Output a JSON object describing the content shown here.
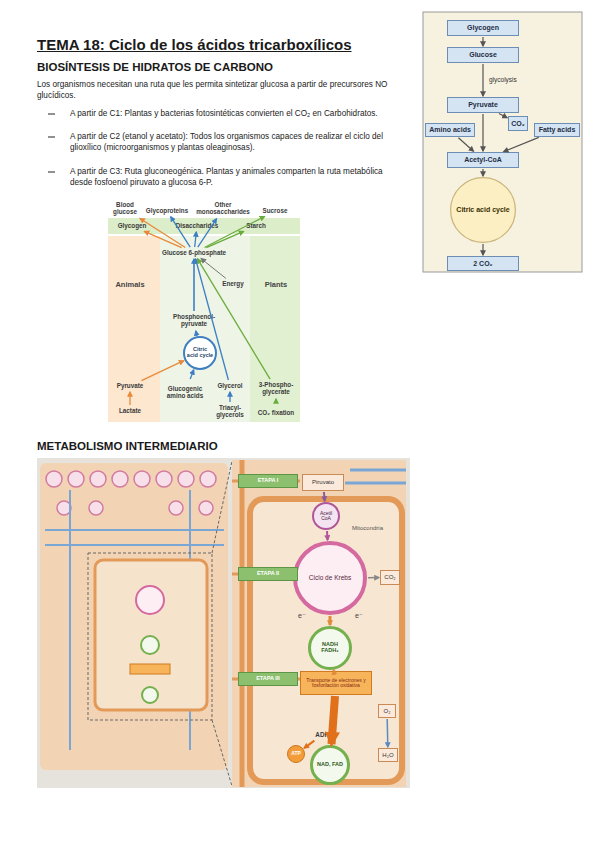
{
  "diagram": {
    "title": "TEMA 18: Ciclo de los ácidos tricarboxílicos",
    "nodes": [
      {
        "text": [
          "Glycogen"
        ]
      },
      {
        "text": [
          "Glucose"
        ]
      },
      {
        "text": [
          "Pyruvate"
        ]
      },
      {
        "text": [
          "Amino acids"
        ]
      },
      {
        "text": [
          "CO₂"
        ]
      },
      {
        "text": [
          "Fatty acids"
        ]
      },
      {
        "text": [
          "Acetyl-CoA"
        ]
      },
      {
        "text": [
          "Citric acid cycle"
        ]
      },
      {
        "text": [
          "2 CO₂"
        ]
      },
      {
        "text": [
          "Blood glucose"
        ]
      },
      {
        "text": [
          "Glycoproteins"
        ]
      },
      {
        "text": [
          "Other monosaccharides"
        ]
      },
      {
        "text": [
          "Sucrose"
        ]
      },
      {
        "text": [
          "Glycogen"
        ]
      },
      {
        "text": [
          "Disaccharides"
        ]
      },
      {
        "text": [
          "Starch"
        ]
      },
      {
        "text": [
          "Glucose 6-phosphate"
        ]
      },
      {
        "text": [
          "Animals"
        ]
      },
      {
        "text": [
          "Energy"
        ]
      },
      {
        "text": [
          "Plants"
        ]
      },
      {
        "text": [
          "Phosphoenol-pyruvate"
        ]
      },
      {
        "text": [
          "Citric acid cycle"
        ]
      },
      {
        "text": [
          "Pyruvate"
        ]
      },
      {
        "text": [
          "Glucogenic amino acids"
        ]
      },
      {
        "text": [
          "Glycerol"
        ]
      },
      {
        "text": [
          "3-Phospho-glycerate"
        ]
      },
      {
        "text": [
          "Lactate"
        ]
      },
      {
        "text": [
          "Triacyl-glycerols"
        ]
      },
      {
        "text": [
          "CO₂ fixation"
        ]
      },
      {
        "text": [
          "ETAPA I"
        ]
      },
      {
        "text": [
          "Piruvato"
        ]
      },
      {
        "text": [
          "Acetil CoA"
        ]
      },
      {
        "text": [
          "Ciclo de Krebs"
        ]
      },
      {
        "text": [
          "ETAPA II"
        ]
      },
      {
        "text": [
          "CO₂"
        ]
      },
      {
        "text": [
          "NADH FADH₂"
        ]
      },
      {
        "text": [
          "ETAPA III"
        ]
      },
      {
        "text": [
          "Transporte de electrones y fosforilación oxidativa"
        ]
      },
      {
        "text": [
          "ADP"
        ]
      },
      {
        "text": [
          "O₂"
        ]
      },
      {
        "text": [
          "ATP"
        ]
      },
      {
        "text": [
          "H₂O"
        ]
      },
      {
        "text": [
          "NAD, FAD"
        ]
      }
    ],
    "edges": [
      {
        "from": 0,
        "to": 1,
        "arrow": "to"
      },
      {
        "from": 1,
        "to": 2,
        "label": "glycolysis",
        "arrow": "to"
      },
      {
        "from": 2,
        "to": 4,
        "arrow": "to"
      },
      {
        "from": 2,
        "to": 6,
        "arrow": "to"
      },
      {
        "from": 3,
        "to": 6,
        "arrow": "to"
      },
      {
        "from": 5,
        "to": 6,
        "arrow": "to"
      },
      {
        "from": 6,
        "to": 7,
        "arrow": "to"
      },
      {
        "from": 7,
        "to": 8,
        "arrow": "to"
      },
      {
        "from": 16,
        "to": 9,
        "arrow": "to"
      },
      {
        "from": 16,
        "to": 13,
        "arrow": "to"
      },
      {
        "from": 16,
        "to": 10,
        "arrow": "to"
      },
      {
        "from": 16,
        "to": 14,
        "arrow": "to"
      },
      {
        "from": 16,
        "to": 11,
        "arrow": "to"
      },
      {
        "from": 16,
        "to": 15,
        "arrow": "to"
      },
      {
        "from": 16,
        "to": 12,
        "arrow": "to"
      },
      {
        "from": 20,
        "to": 16,
        "arrow": "to"
      },
      {
        "from": 18,
        "to": 16,
        "arrow": "to"
      },
      {
        "from": 21,
        "to": 20,
        "arrow": "to"
      },
      {
        "from": 22,
        "to": 21,
        "arrow": "to"
      },
      {
        "from": 26,
        "to": 22,
        "arrow": "to"
      },
      {
        "from": 23,
        "to": 21,
        "arrow": "to"
      },
      {
        "from": 27,
        "to": 24,
        "arrow": "to"
      },
      {
        "from": 24,
        "to": 16,
        "arrow": "to"
      },
      {
        "from": 25,
        "to": 16,
        "arrow": "to"
      },
      {
        "from": 28,
        "to": 25,
        "arrow": "to"
      },
      {
        "from": 30,
        "to": 31,
        "arrow": "to"
      },
      {
        "from": 31,
        "to": 32,
        "arrow": "to"
      },
      {
        "from": 32,
        "to": 34,
        "arrow": "to"
      },
      {
        "from": 32,
        "to": 35,
        "arrow": "to"
      },
      {
        "from": 35,
        "to": 37,
        "arrow": "to"
      },
      {
        "from": 37,
        "to": 42,
        "arrow": "to"
      },
      {
        "from": 38,
        "to": 40,
        "arrow": "to"
      },
      {
        "from": 39,
        "to": 41,
        "arrow": "to"
      }
    ],
    "labels": [
      "BIOSÍNTESIS DE HIDRATOS DE CARBONO",
      "Los organismos necesitan una ruta que les permita sintetizar glucosa a partir de precursores NO glucídicos.",
      "A partir de C1: Plantas y bacterias fotosintéticas convierten el CO₂ en Carbohidratos.",
      "A partir de C2 (etanol y acetato): Todos los organismos capaces de realizar el ciclo del glioxílico (microorganismos y plantas oleaginosas).",
      "A partir de C3: Ruta gluconeogénica. Plantas y animales comparten la ruta metabólica desde fosfoenol piruvato a glucosa 6-P.",
      "METABOLISMO INTERMEDIARIO",
      "Mitocondria",
      "e⁻",
      "e⁻"
    ]
  }
}
